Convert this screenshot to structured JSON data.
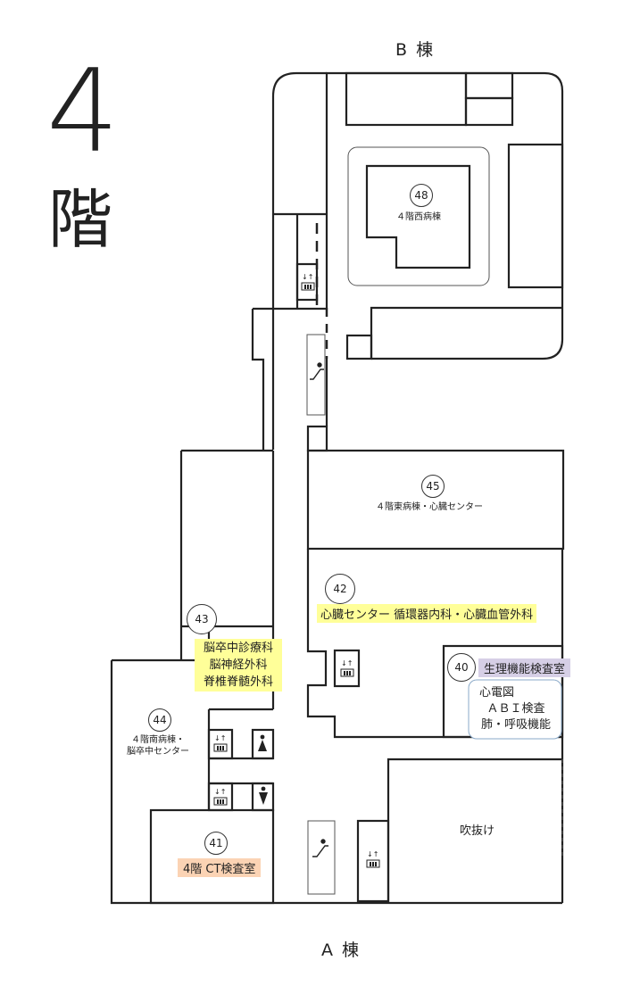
{
  "floor": {
    "number": "4",
    "kai": "階"
  },
  "buildings": {
    "north": "B 棟",
    "south": "A 棟"
  },
  "rooms": {
    "r48": {
      "num": "48",
      "name": "４階西病棟"
    },
    "r45": {
      "num": "45",
      "name": "４階東病棟・心臓センター"
    },
    "r42": {
      "num": "42",
      "label": "心臓センター 循環器内科・心臓血管外科"
    },
    "r43": {
      "num": "43",
      "lines": [
        "脳卒中診療科",
        "脳神経外科",
        "脊椎脊髄外科"
      ]
    },
    "r40": {
      "num": "40",
      "label": "生理機能検査室",
      "tests": [
        "心電図",
        "ＡＢＩ検査",
        "肺・呼吸機能"
      ]
    },
    "r44": {
      "num": "44",
      "lines": [
        "４階南病棟・",
        "脳卒中センター"
      ]
    },
    "r41": {
      "num": "41",
      "label": "4階 CT検査室"
    },
    "void": "吹抜け"
  },
  "icons": [
    "elevator-icon",
    "escalator-icon",
    "restroom-female-icon",
    "restroom-male-icon"
  ],
  "colors": {
    "yellow": "#ffff99",
    "purple": "#d6cfe6",
    "orange": "#fbd3b4",
    "line": "#222222"
  }
}
